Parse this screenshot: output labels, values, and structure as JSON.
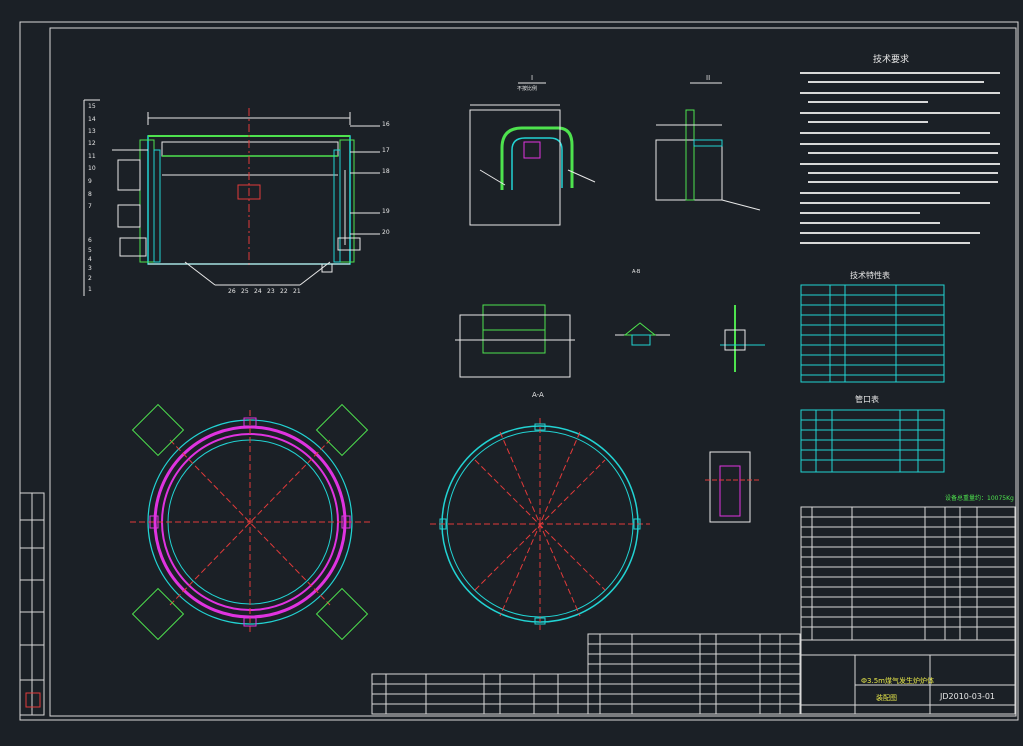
{
  "drawing": {
    "title_block": {
      "name": "Ф3.5m煤气发生炉炉体",
      "subname": "装配图",
      "number": "JD2010-03-01",
      "weight_label": "设备总重量约：10075Kg"
    },
    "tech_requirements": {
      "title": "技术要求"
    },
    "tables": {
      "tech_char_title": "技术特性表",
      "nozzle_title": "管口表"
    },
    "sections": {
      "section_I": "I",
      "section_II": "II",
      "section_AA": "A-A",
      "section_AB": "A-B",
      "scale_note": "不按比例"
    },
    "balloons_left": [
      "15",
      "14",
      "13",
      "12",
      "11",
      "10",
      "9",
      "8",
      "7",
      "6",
      "5",
      "4",
      "3",
      "2",
      "1"
    ],
    "balloons_right": [
      "16",
      "17",
      "18",
      "19",
      "20"
    ],
    "balloons_bottom": [
      "26",
      "25",
      "24",
      "23",
      "22",
      "21"
    ]
  },
  "colors": {
    "background": "#1b2026",
    "frame": "#e8e8e8",
    "cyan": "#22d3d3",
    "magenta": "#e033e0",
    "red": "#e23a3a",
    "yellow": "#e8e84a",
    "green": "#4ee24e"
  }
}
